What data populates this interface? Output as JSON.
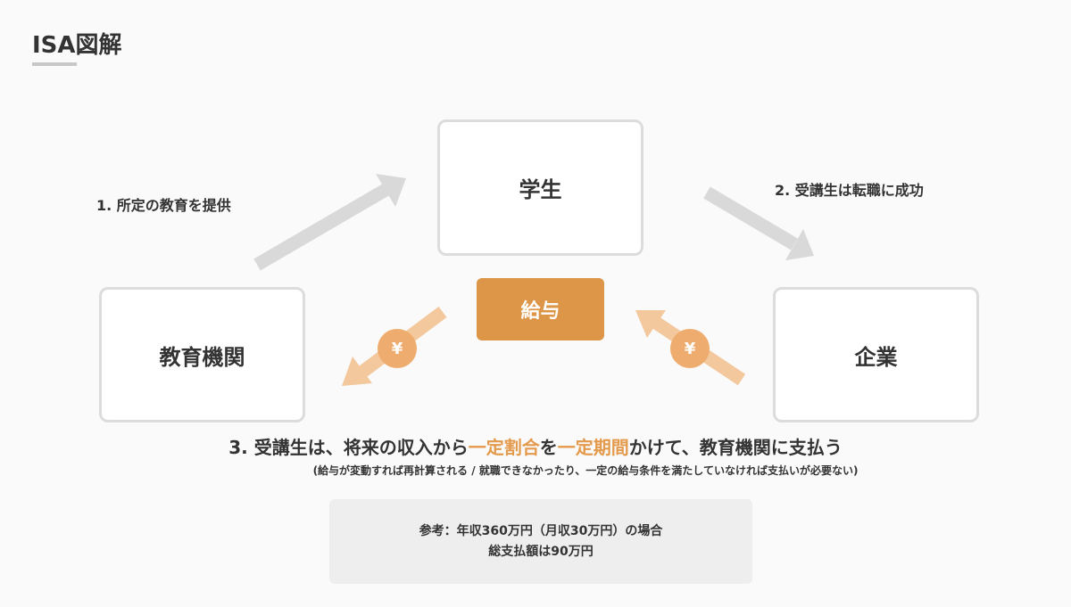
{
  "title": "ISA図解",
  "nodes": {
    "student": "学生",
    "institution": "教育機関",
    "company": "企業",
    "salary": "給与"
  },
  "steps": {
    "step1": "1. 所定の教育を提供",
    "step2": "2.  受講生は転職に成功"
  },
  "yen_symbol": "¥",
  "step3": {
    "part1": "3. 受講生は、将来の収入から",
    "highlight1": "一定割合",
    "part2": "を",
    "highlight2": "一定期間",
    "part3": "かけて、教育機関に支払う",
    "note": "(給与が変動すれば再計算される / 就職できなかったり、一定の給与条件を満たしていなければ支払いが必要ない)"
  },
  "reference": {
    "line1": "参考：年収360万円（月収30万円）の場合",
    "line2": "総支払額は90万円"
  },
  "colors": {
    "accent": "#dd9547",
    "highlight_text": "#e49a4c",
    "flow_arrow": "#d9d9d9",
    "money_arrow": "#f3c89d"
  }
}
